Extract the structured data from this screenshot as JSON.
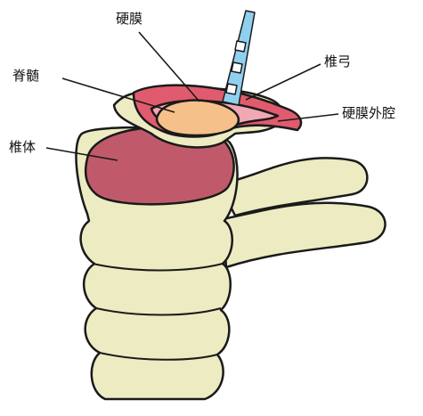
{
  "labels": {
    "dura": "硬膜",
    "spinal_cord": "脊髄",
    "lamina": "椎弓",
    "epidural_space": "硬膜外腔",
    "vertebral_body": "椎体"
  },
  "colors": {
    "bone_fill": "#ecebc2",
    "bone_shade": "#c9c79a",
    "vertebral_body_cut": "#c05a6a",
    "spinal_cord": "#f6c08a",
    "dura_band": "#e05b6e",
    "epidural_pink": "#f0a8b4",
    "needle_blue": "#8fd0ef",
    "outline": "#1a1a1a"
  }
}
